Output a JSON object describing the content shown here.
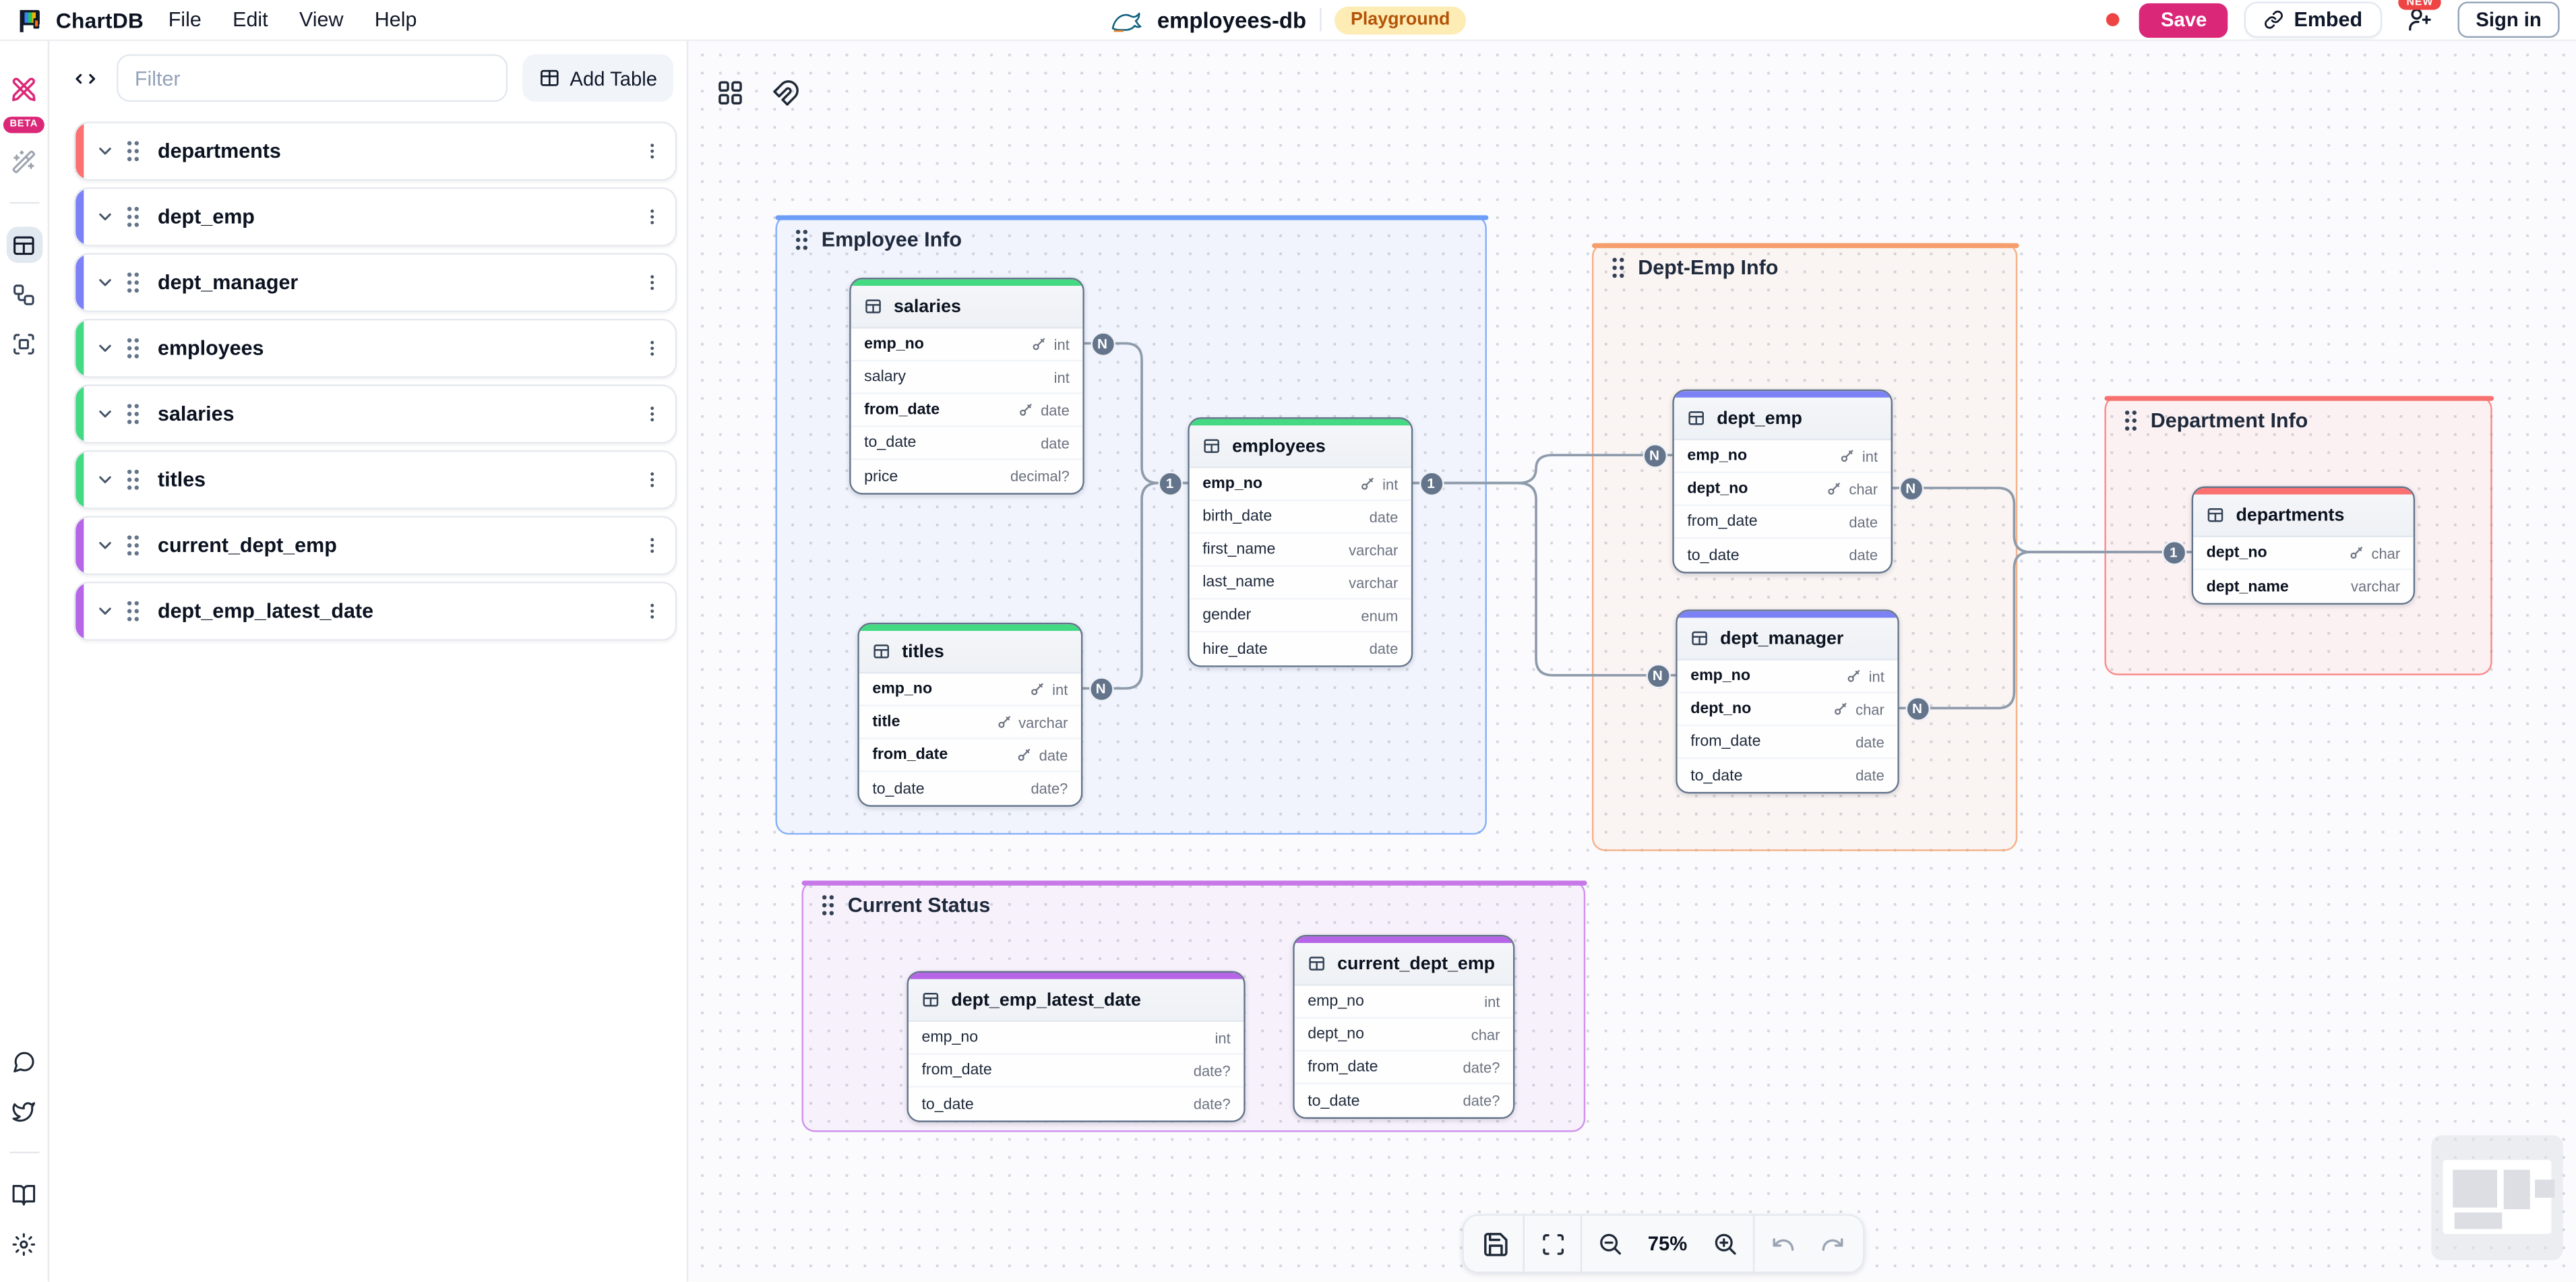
{
  "topbar": {
    "app_name": "ChartDB",
    "menus": [
      "File",
      "Edit",
      "View",
      "Help"
    ],
    "diagram_name": "employees-db",
    "db_badge": "Playground",
    "save_label": "Save",
    "embed_label": "Embed",
    "new_badge": "NEW",
    "sign_in_label": "Sign in"
  },
  "side_rail": {
    "beta_badge": "BETA"
  },
  "sidebar": {
    "filter_placeholder": "Filter",
    "add_table_label": "Add Table",
    "tables": [
      {
        "name": "departments",
        "color": "#fb7070"
      },
      {
        "name": "dept_emp",
        "color": "#7c82f5"
      },
      {
        "name": "dept_manager",
        "color": "#7c82f5"
      },
      {
        "name": "employees",
        "color": "#44da83"
      },
      {
        "name": "salaries",
        "color": "#44da83"
      },
      {
        "name": "titles",
        "color": "#44da83"
      },
      {
        "name": "current_dept_emp",
        "color": "#b565e6"
      },
      {
        "name": "dept_emp_latest_date",
        "color": "#b565e6"
      }
    ]
  },
  "canvas": {
    "areas": [
      {
        "id": "employee_info",
        "label": "Employee Info",
        "color": "#6c9ef8"
      },
      {
        "id": "dept_emp_info",
        "label": "Dept-Emp Info",
        "color": "#f59e6c"
      },
      {
        "id": "department_info",
        "label": "Department Info",
        "color": "#f87171"
      },
      {
        "id": "current_status",
        "label": "Current Status",
        "color": "#c678e8"
      }
    ],
    "tables": [
      {
        "id": "salaries",
        "name": "salaries",
        "color": "#44da83",
        "fields": [
          {
            "name": "emp_no",
            "type": "int",
            "key": true
          },
          {
            "name": "salary",
            "type": "int"
          },
          {
            "name": "from_date",
            "type": "date",
            "key": true
          },
          {
            "name": "to_date",
            "type": "date"
          },
          {
            "name": "price",
            "type": "decimal?"
          }
        ]
      },
      {
        "id": "employees",
        "name": "employees",
        "color": "#44da83",
        "fields": [
          {
            "name": "emp_no",
            "type": "int",
            "key": true
          },
          {
            "name": "birth_date",
            "type": "date"
          },
          {
            "name": "first_name",
            "type": "varchar"
          },
          {
            "name": "last_name",
            "type": "varchar"
          },
          {
            "name": "gender",
            "type": "enum"
          },
          {
            "name": "hire_date",
            "type": "date"
          }
        ]
      },
      {
        "id": "titles",
        "name": "titles",
        "color": "#44da83",
        "fields": [
          {
            "name": "emp_no",
            "type": "int",
            "key": true
          },
          {
            "name": "title",
            "type": "varchar",
            "key": true
          },
          {
            "name": "from_date",
            "type": "date",
            "key": true
          },
          {
            "name": "to_date",
            "type": "date?"
          }
        ]
      },
      {
        "id": "dept_emp",
        "name": "dept_emp",
        "color": "#7c82f5",
        "fields": [
          {
            "name": "emp_no",
            "type": "int",
            "key": true
          },
          {
            "name": "dept_no",
            "type": "char",
            "key": true
          },
          {
            "name": "from_date",
            "type": "date"
          },
          {
            "name": "to_date",
            "type": "date"
          }
        ]
      },
      {
        "id": "dept_manager",
        "name": "dept_manager",
        "color": "#7c82f5",
        "fields": [
          {
            "name": "emp_no",
            "type": "int",
            "key": true
          },
          {
            "name": "dept_no",
            "type": "char",
            "key": true
          },
          {
            "name": "from_date",
            "type": "date"
          },
          {
            "name": "to_date",
            "type": "date"
          }
        ]
      },
      {
        "id": "departments",
        "name": "departments",
        "color": "#fb7070",
        "fields": [
          {
            "name": "dept_no",
            "type": "char",
            "key": true
          },
          {
            "name": "dept_name",
            "type": "varchar",
            "bold": true
          }
        ]
      },
      {
        "id": "dept_emp_latest_date",
        "name": "dept_emp_latest_date",
        "color": "#b565e6",
        "fields": [
          {
            "name": "emp_no",
            "type": "int"
          },
          {
            "name": "from_date",
            "type": "date?"
          },
          {
            "name": "to_date",
            "type": "date?"
          }
        ]
      },
      {
        "id": "current_dept_emp",
        "name": "current_dept_emp",
        "color": "#b565e6",
        "fields": [
          {
            "name": "emp_no",
            "type": "int"
          },
          {
            "name": "dept_no",
            "type": "char"
          },
          {
            "name": "from_date",
            "type": "date?"
          },
          {
            "name": "to_date",
            "type": "date?"
          }
        ]
      }
    ],
    "relationships": [
      {
        "from": "salaries.emp_no",
        "to": "employees.emp_no",
        "from_card": "N",
        "to_card": "1"
      },
      {
        "from": "titles.emp_no",
        "to": "employees.emp_no",
        "from_card": "N",
        "to_card": "1"
      },
      {
        "from": "employees.emp_no",
        "to": "dept_emp.emp_no",
        "from_card": "1",
        "to_card": "N"
      },
      {
        "from": "employees.emp_no",
        "to": "dept_manager.emp_no",
        "from_card": "1",
        "to_card": "N"
      },
      {
        "from": "dept_emp.dept_no",
        "to": "departments.dept_no",
        "from_card": "N",
        "to_card": "1"
      },
      {
        "from": "dept_manager.dept_no",
        "to": "departments.dept_no",
        "from_card": "N",
        "to_card": "1"
      }
    ]
  },
  "toolbar": {
    "zoom_level": "75%"
  },
  "colors": {
    "save_button": "#db2777",
    "new_badge": "#ef4444",
    "playground_bg": "#fdecb3",
    "playground_text": "#b45309",
    "unsaved_dot": "#ef4444",
    "connector_line": "#8e9bab",
    "cardinality_badge": "#64748b"
  }
}
